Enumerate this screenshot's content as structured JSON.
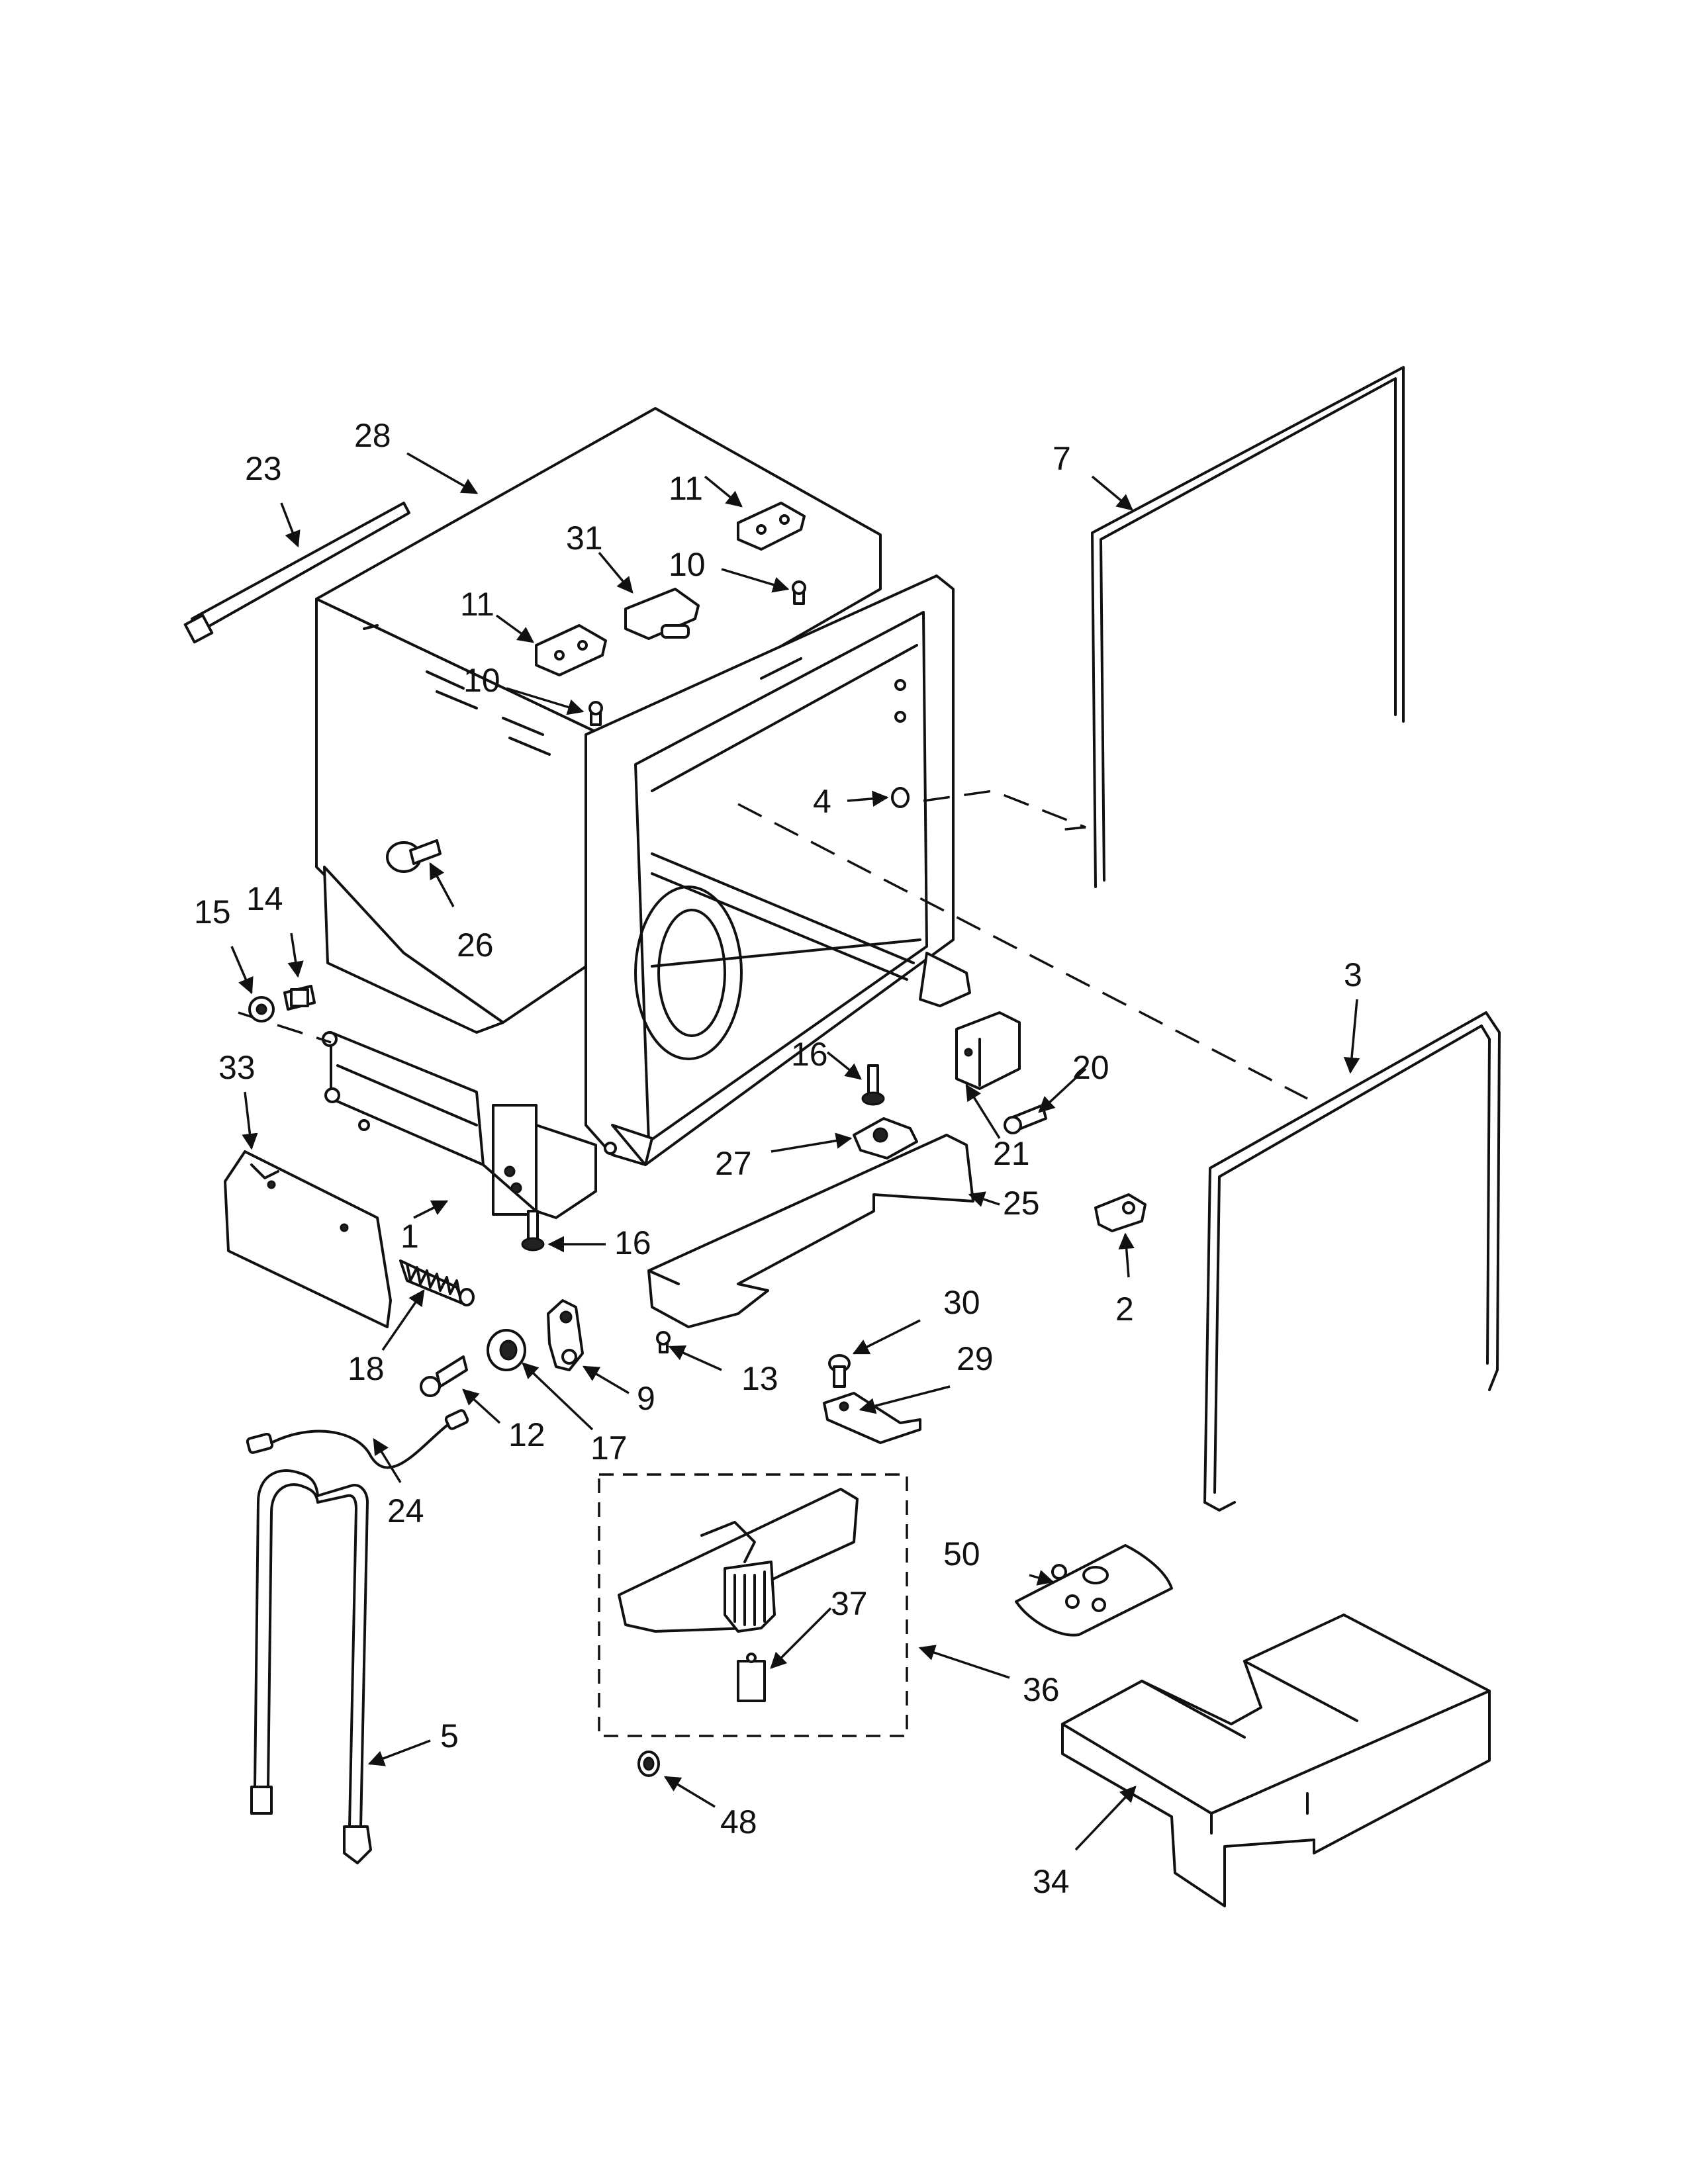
{
  "diagram": {
    "callouts": [
      {
        "id": "p28",
        "label": "28"
      },
      {
        "id": "p23",
        "label": "23"
      },
      {
        "id": "p7",
        "label": "7"
      },
      {
        "id": "p11a",
        "label": "11"
      },
      {
        "id": "p31",
        "label": "31"
      },
      {
        "id": "p10a",
        "label": "10"
      },
      {
        "id": "p11b",
        "label": "11"
      },
      {
        "id": "p10b",
        "label": "10"
      },
      {
        "id": "p4",
        "label": "4"
      },
      {
        "id": "p26",
        "label": "26"
      },
      {
        "id": "p15",
        "label": "15"
      },
      {
        "id": "p14",
        "label": "14"
      },
      {
        "id": "p33",
        "label": "33"
      },
      {
        "id": "p3",
        "label": "3"
      },
      {
        "id": "p20",
        "label": "20"
      },
      {
        "id": "p16a",
        "label": "16"
      },
      {
        "id": "p21",
        "label": "21"
      },
      {
        "id": "p27",
        "label": "27"
      },
      {
        "id": "p25",
        "label": "25"
      },
      {
        "id": "p1",
        "label": "1"
      },
      {
        "id": "p16b",
        "label": "16"
      },
      {
        "id": "p2",
        "label": "2"
      },
      {
        "id": "p18",
        "label": "18"
      },
      {
        "id": "p30",
        "label": "30"
      },
      {
        "id": "p9",
        "label": "9"
      },
      {
        "id": "p13",
        "label": "13"
      },
      {
        "id": "p29",
        "label": "29"
      },
      {
        "id": "p12",
        "label": "12"
      },
      {
        "id": "p17",
        "label": "17"
      },
      {
        "id": "p24",
        "label": "24"
      },
      {
        "id": "p50",
        "label": "50"
      },
      {
        "id": "p37",
        "label": "37"
      },
      {
        "id": "p36",
        "label": "36"
      },
      {
        "id": "p5",
        "label": "5"
      },
      {
        "id": "p48",
        "label": "48"
      },
      {
        "id": "p34",
        "label": "34"
      }
    ]
  }
}
